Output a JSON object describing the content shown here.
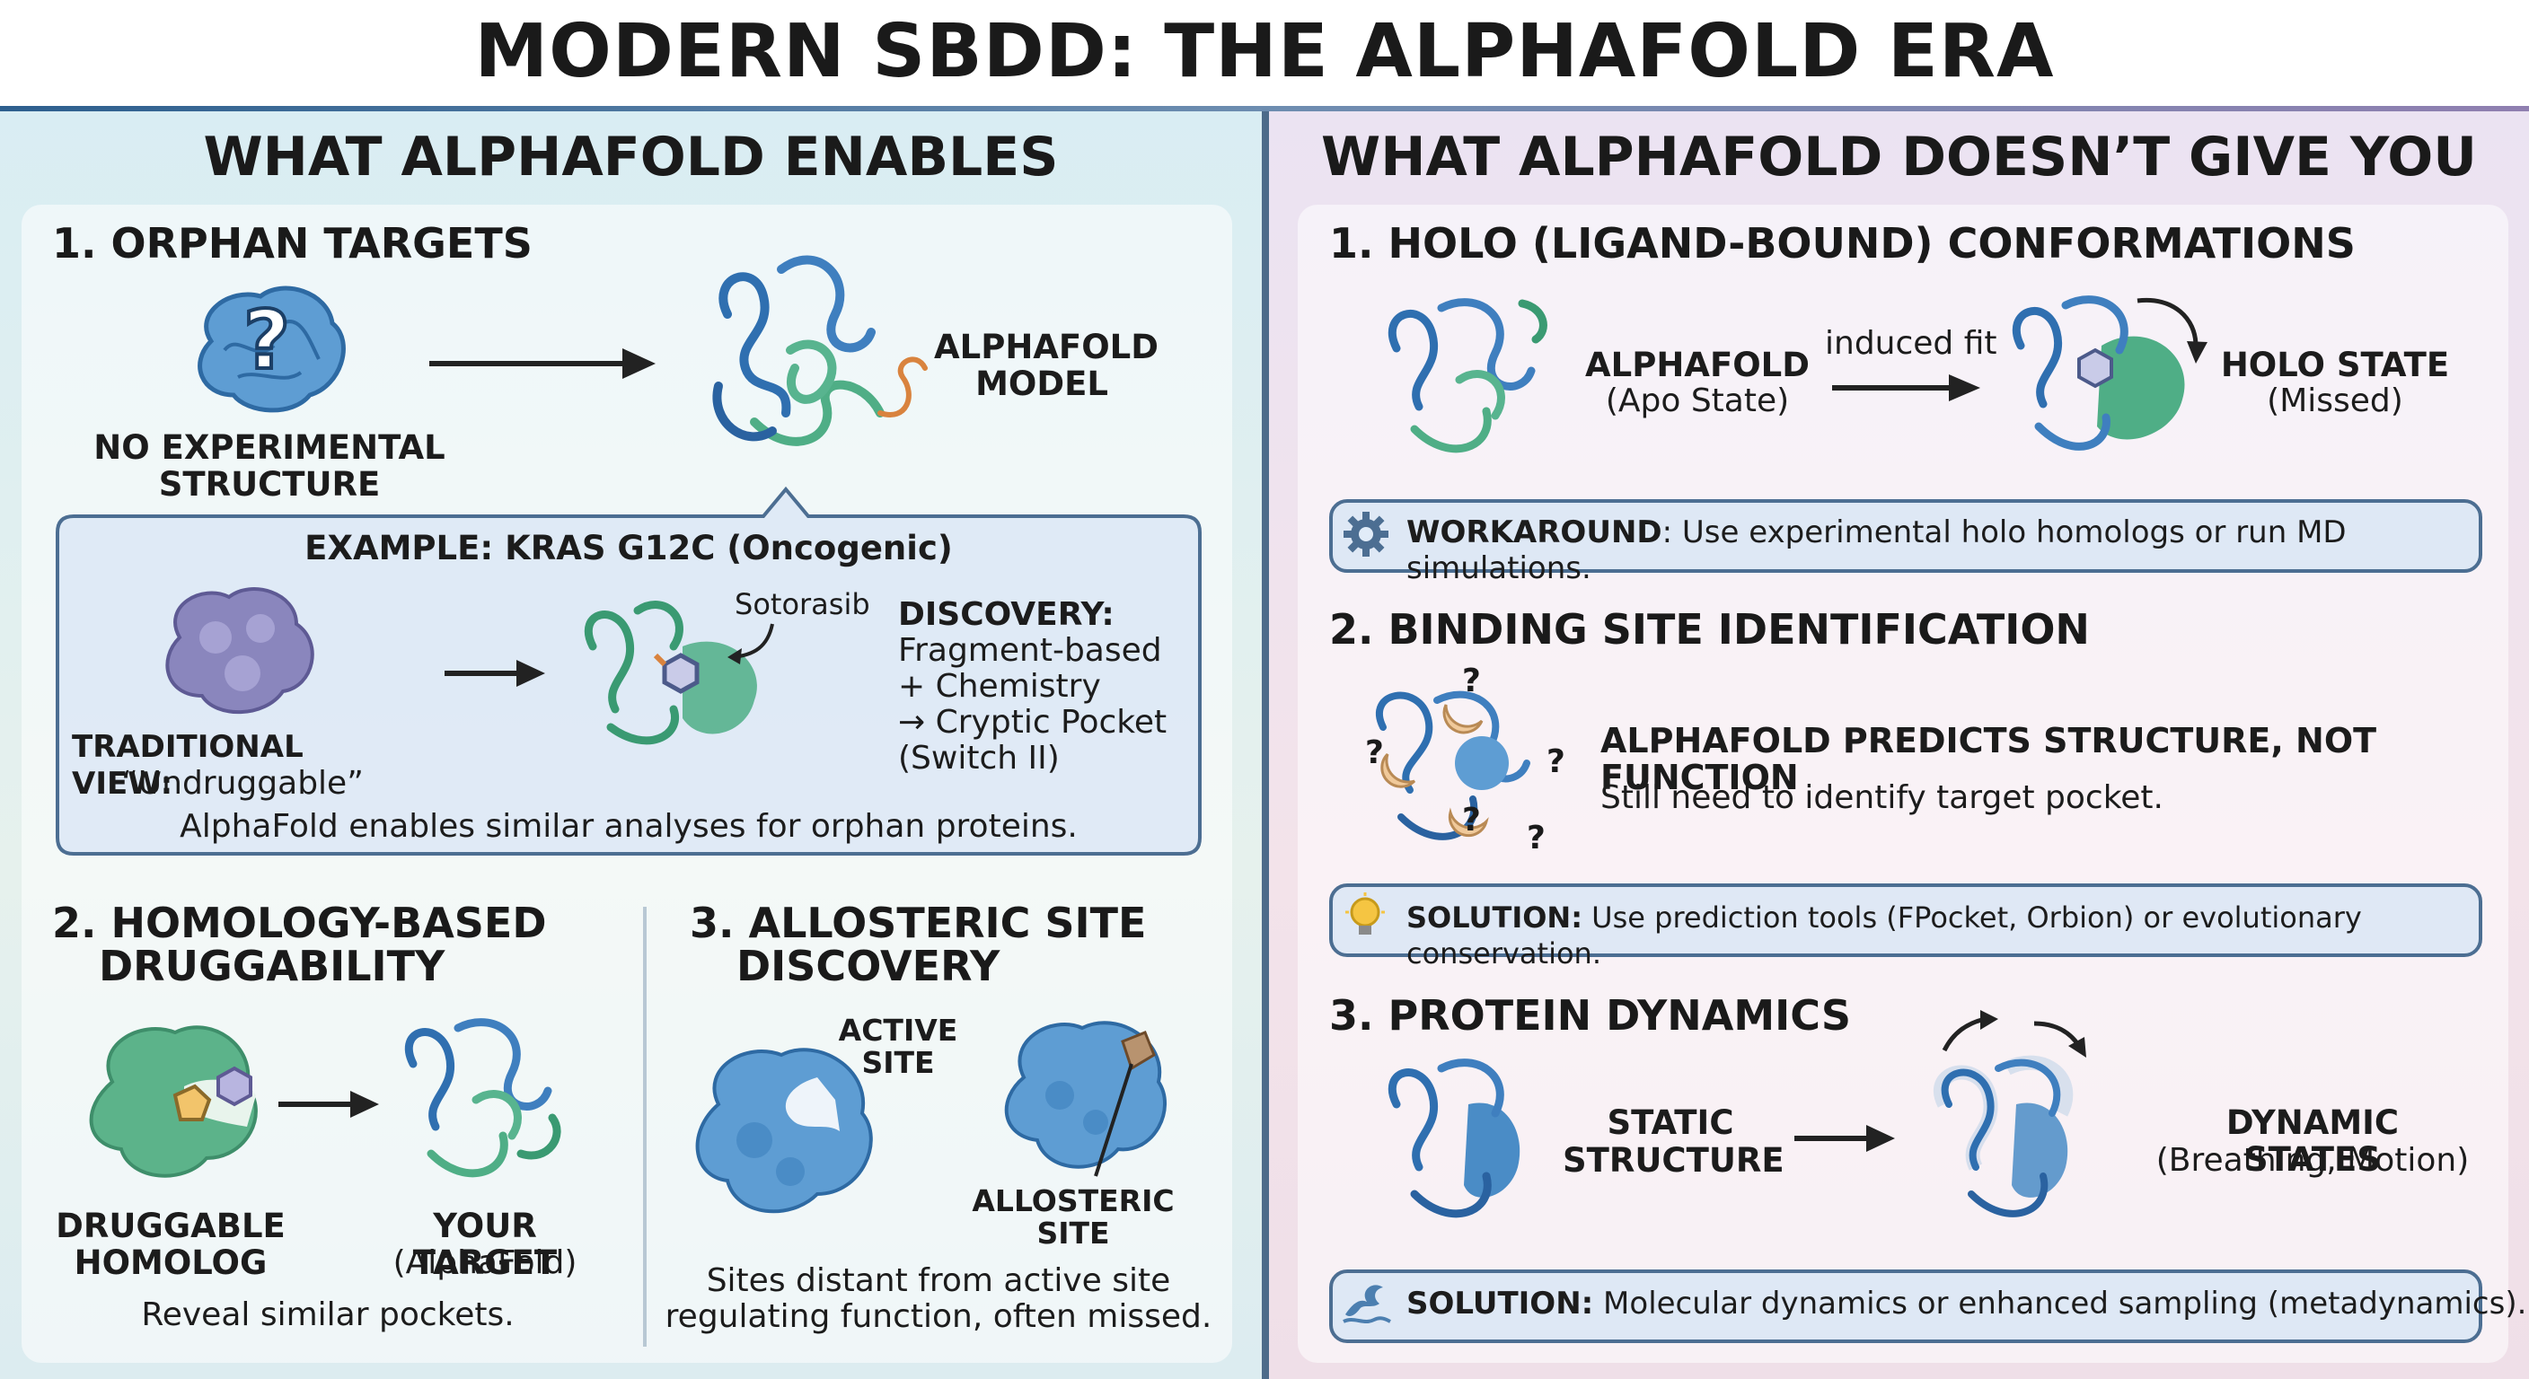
{
  "title": "MODERN SBDD: THE ALPHAFOLD ERA",
  "left": {
    "heading": "WHAT ALPHAFOLD ENABLES",
    "orphan": {
      "title": "1. ORPHAN TARGETS",
      "unknown_label": "NO EXPERIMENTAL STRUCTURE",
      "model_label": "ALPHAFOLD MODEL",
      "example_title": "EXAMPLE: KRAS G12C (Oncogenic)",
      "traditional_label": "TRADITIONAL VIEW:",
      "traditional_sub": "“Undruggable”",
      "ligand_label": "Sotorasib",
      "discovery_title": "DISCOVERY:",
      "discovery_lines": [
        "Fragment-based",
        "+ Chemistry",
        "→ Cryptic Pocket",
        "(Switch II)"
      ],
      "footer": "AlphaFold enables similar analyses for orphan proteins."
    },
    "homology": {
      "title_line1": "2. HOMOLOGY-BASED",
      "title_line2": "DRUGGABILITY",
      "homolog_label_line1": "DRUGGABLE",
      "homolog_label_line2": "HOMOLOG",
      "target_label": "YOUR TARGET",
      "target_sub": "(AlphaFold)",
      "footer": "Reveal similar pockets."
    },
    "allosteric": {
      "title_line1": "3. ALLOSTERIC SITE",
      "title_line2": "DISCOVERY",
      "active_label_line1": "ACTIVE",
      "active_label_line2": "SITE",
      "allo_label_line1": "ALLOSTERIC",
      "allo_label_line2": "SITE",
      "footer_line1": "Sites distant from active site",
      "footer_line2": "regulating function, often missed."
    }
  },
  "right": {
    "heading": "WHAT ALPHAFOLD DOESN’T GIVE YOU",
    "holo": {
      "title": "1. HOLO (LIGAND-BOUND) CONFORMATIONS",
      "af_label": "ALPHAFOLD",
      "af_sub": "(Apo State)",
      "arrow_label": "induced fit",
      "holo_label": "HOLO STATE",
      "holo_sub": "(Missed)",
      "workaround_key": "WORKAROUND",
      "workaround_text": ": Use experimental holo homologs or run MD simulations."
    },
    "binding": {
      "title": "2. BINDING SITE IDENTIFICATION",
      "headline": "ALPHAFOLD PREDICTS STRUCTURE, NOT FUNCTION",
      "sub": "Still need to identify target pocket.",
      "solution_key": "SOLUTION:",
      "solution_text": " Use prediction tools (FPocket, Orbion) or evolutionary conservation."
    },
    "dynamics": {
      "title": "3. PROTEIN DYNAMICS",
      "static_line1": "STATIC",
      "static_line2": "STRUCTURE",
      "dynamic_label": "DYNAMIC STATES",
      "dynamic_sub": "(Breathing, Motion)",
      "solution_key": "SOLUTION:",
      "solution_text": " Molecular dynamics or enhanced sampling (metadynamics)."
    }
  },
  "icons": {
    "question": "?",
    "gear": "gear-icon",
    "bulb": "lightbulb-icon",
    "wave": "wave-icon"
  },
  "colors": {
    "protein_blue": "#3f7fbf",
    "protein_green": "#4fae86",
    "orphan_purple": "#8a86bd",
    "accent_dark": "#4c6e92"
  }
}
